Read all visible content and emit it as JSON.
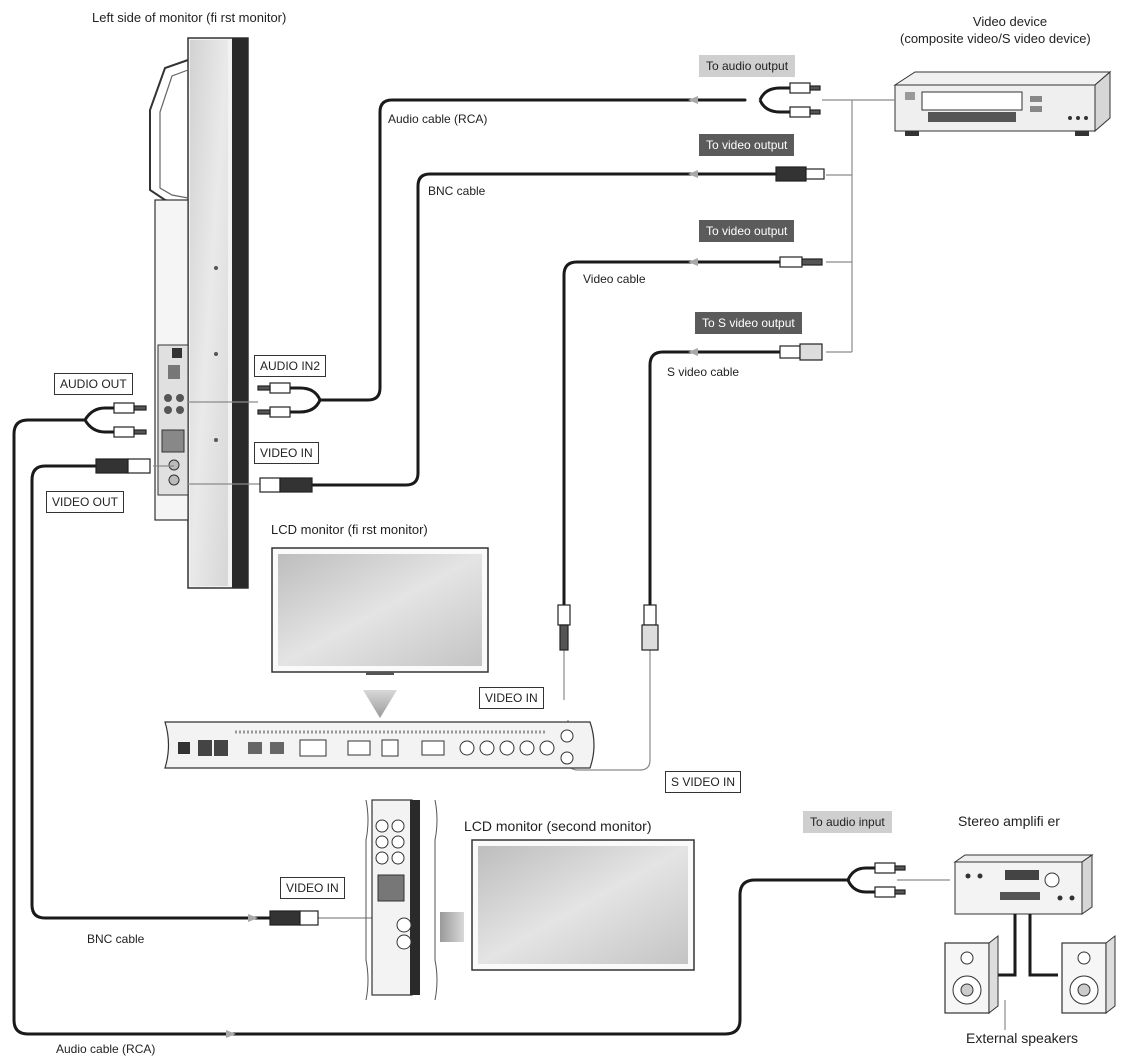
{
  "labels": {
    "left_side_title": "Left side of monitor (fi rst monitor)",
    "video_device": "Video device",
    "video_device_sub": "(composite video/S video device)",
    "to_audio_output": "To audio output",
    "to_video_output_1": "To video output",
    "to_video_output_2": "To video output",
    "to_s_video_output": "To S video output",
    "audio_cable_rca_top": "Audio cable (RCA)",
    "bnc_cable_top": "BNC cable",
    "video_cable": "Video cable",
    "s_video_cable": "S video cable",
    "audio_in2": "AUDIO IN2",
    "audio_out": "AUDIO OUT",
    "video_in_first": "VIDEO IN",
    "video_out": "VIDEO OUT",
    "lcd_first": "LCD monitor (fi rst monitor)",
    "video_in_panel": "VIDEO IN",
    "s_video_in": "S VIDEO IN",
    "lcd_second": "LCD monitor (second monitor)",
    "video_in_second": "VIDEO IN",
    "bnc_cable_bottom": "BNC cable",
    "to_audio_input": "To audio input",
    "stereo_amplifier": "Stereo amplifi er",
    "external_speakers": "External speakers",
    "audio_cable_rca_bottom": "Audio cable (RCA)"
  },
  "colors": {
    "cable": "#1a1a1a",
    "thin_line": "#8a8a8a",
    "tag_dark": "#5b5b5b",
    "tag_light": "#cfcfcf",
    "device_fill": "#e6e6e6",
    "screen_fill": "#cfcfcf"
  }
}
